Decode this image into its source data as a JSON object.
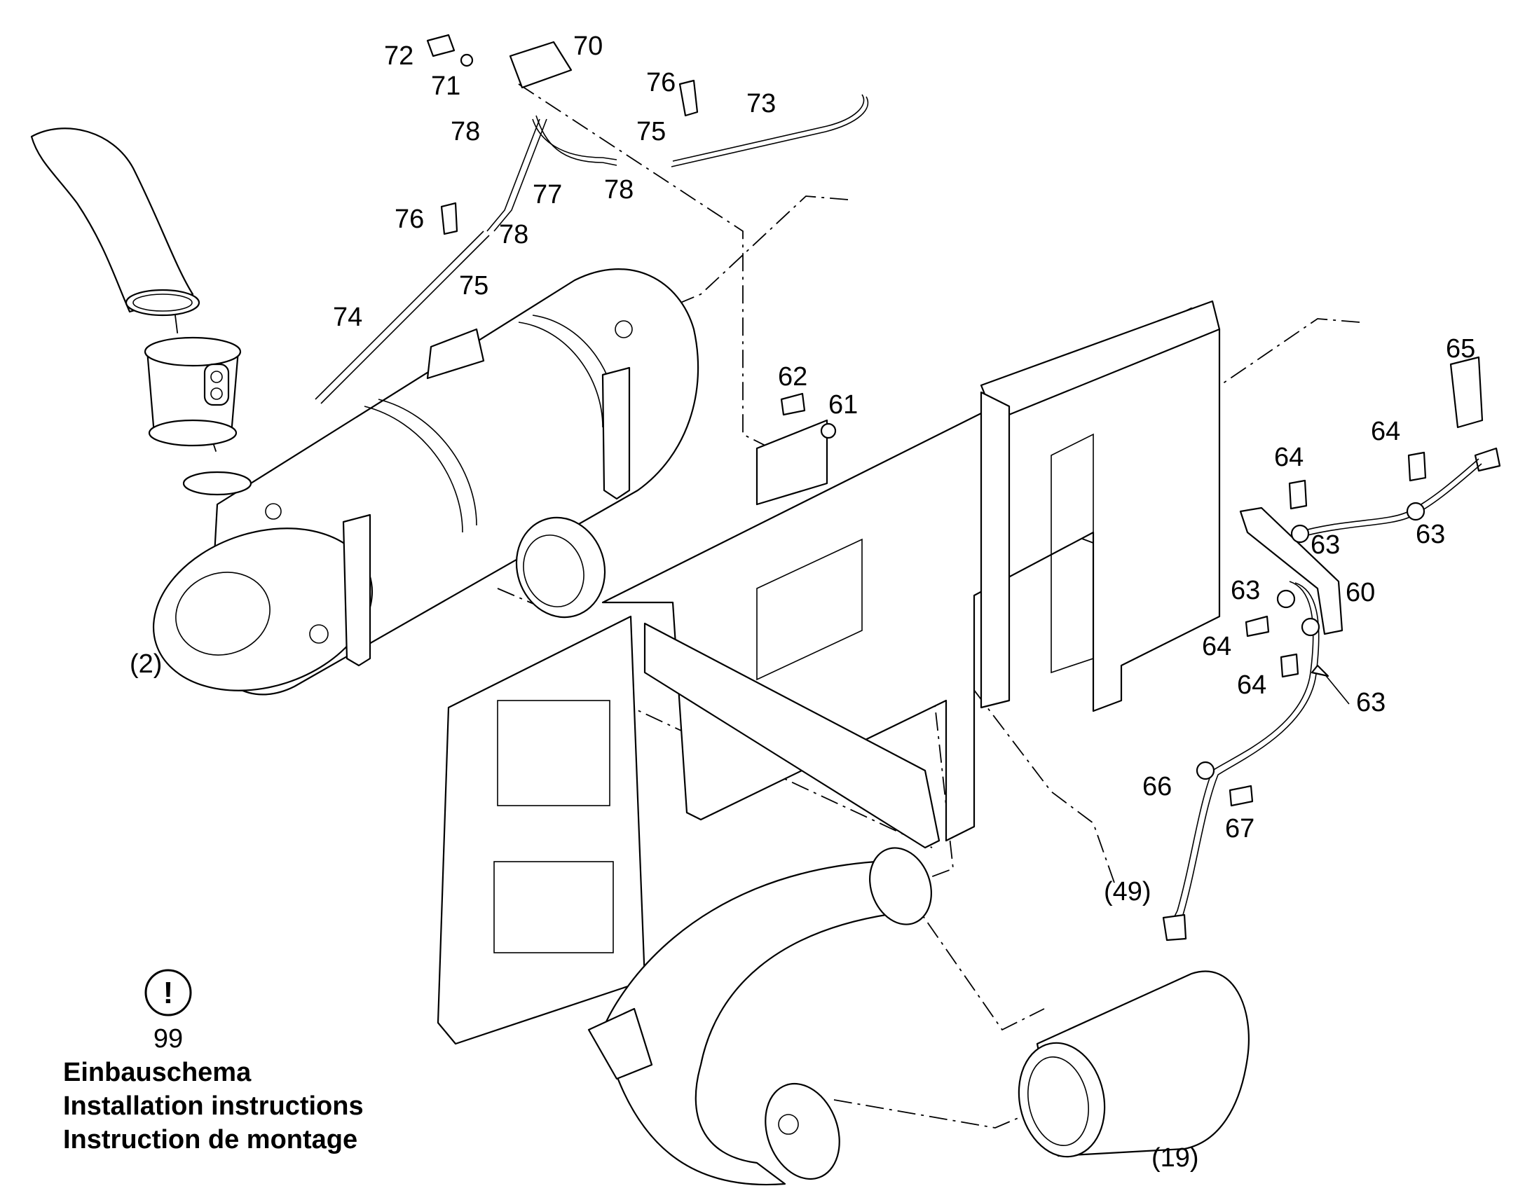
{
  "labels": {
    "p2": "(2)",
    "p19": "(19)",
    "p49": "(49)",
    "p60": "60",
    "p61": "61",
    "p62": "62",
    "p63a": "63",
    "p63b": "63",
    "p63c": "63",
    "p63d": "63",
    "p64a": "64",
    "p64b": "64",
    "p64c": "64",
    "p64d": "64",
    "p65": "65",
    "p66": "66",
    "p67": "67",
    "p70": "70",
    "p71": "71",
    "p72": "72",
    "p73": "73",
    "p74": "74",
    "p75a": "75",
    "p75b": "75",
    "p76a": "76",
    "p76b": "76",
    "p77": "77",
    "p78a": "78",
    "p78b": "78",
    "p78c": "78"
  },
  "note": {
    "icon": "exclamation-circle-icon",
    "number": "99",
    "line_de": "Einbauschema",
    "line_en": "Installation instructions",
    "line_fr": "Instruction de montage"
  }
}
